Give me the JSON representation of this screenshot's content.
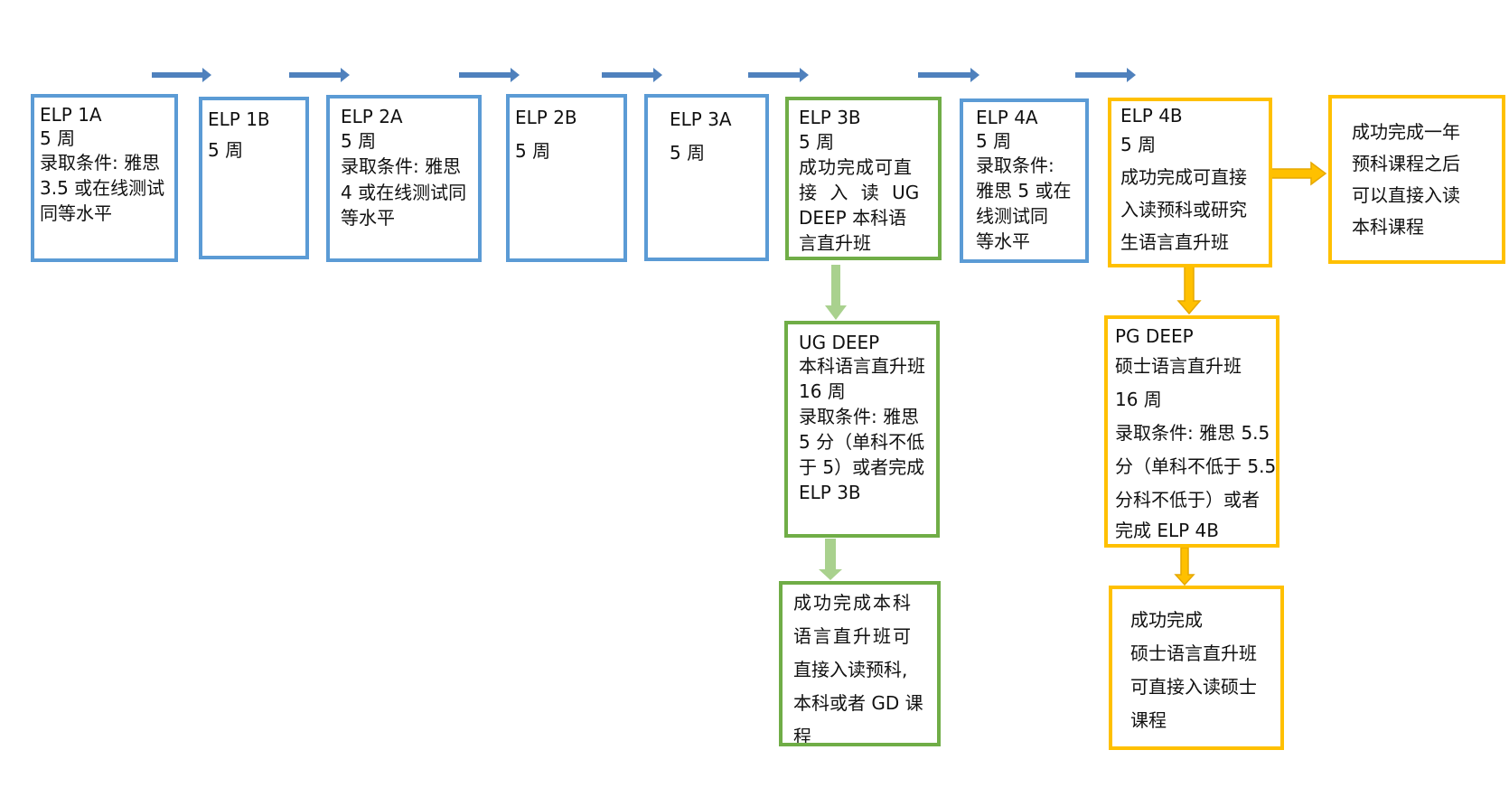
{
  "colors": {
    "blue_border": "#5b9bd5",
    "green_border": "#70ad47",
    "gold_border": "#ffc000",
    "blue_arrow": "#4f81bd",
    "light_green_arrow": "#a9d18e",
    "gold_arrow": "#e6a800"
  },
  "boxes": {
    "elp1a": [
      "ELP 1A",
      "5 周",
      "录取条件: 雅思",
      "3.5 或在线测试",
      "同等水平"
    ],
    "elp1b": [
      "ELP 1B",
      "5 周"
    ],
    "elp2a": [
      "ELP 2A",
      "5 周",
      "录取条件: 雅思",
      "4 或在线测试同",
      "等水平"
    ],
    "elp2b": [
      "ELP 2B",
      "5 周"
    ],
    "elp3a": [
      "ELP 3A",
      "5 周"
    ],
    "elp3b": [
      "ELP 3B",
      "5 周",
      "成功完成可直",
      "接 入 读 UG",
      "DEEP 本科语",
      "言直升班"
    ],
    "elp4a": [
      "ELP 4A",
      "5 周",
      "录取条件:",
      "雅思 5 或在",
      "线测试同",
      "等水平"
    ],
    "elp4b": [
      "ELP 4B",
      "5 周",
      "成功完成可直接",
      "入读预科或研究",
      "生语言直升班"
    ],
    "result_ug_year": [
      "成功完成一年",
      "预科课程之后",
      "可以直接入读",
      "本科课程"
    ],
    "ug_deep": [
      "UG DEEP",
      "本科语言直升班",
      "16 周",
      "录取条件: 雅思",
      "5 分（单科不低",
      "于 5）或者完成",
      "ELP 3B"
    ],
    "ug_result": [
      "成功完成本科",
      "语言直升班可",
      "直接入读预科,",
      "本科或者 GD 课",
      "程"
    ],
    "pg_deep": [
      "PG DEEP",
      "硕士语言直升班",
      "16 周",
      "录取条件: 雅思 5.5",
      "分（单科不低于 5.5",
      "分科不低于）或者",
      "完成 ELP 4B"
    ],
    "pg_result": [
      "成功完成",
      "硕士语言直升班",
      "可直接入读硕士",
      "课程"
    ]
  }
}
